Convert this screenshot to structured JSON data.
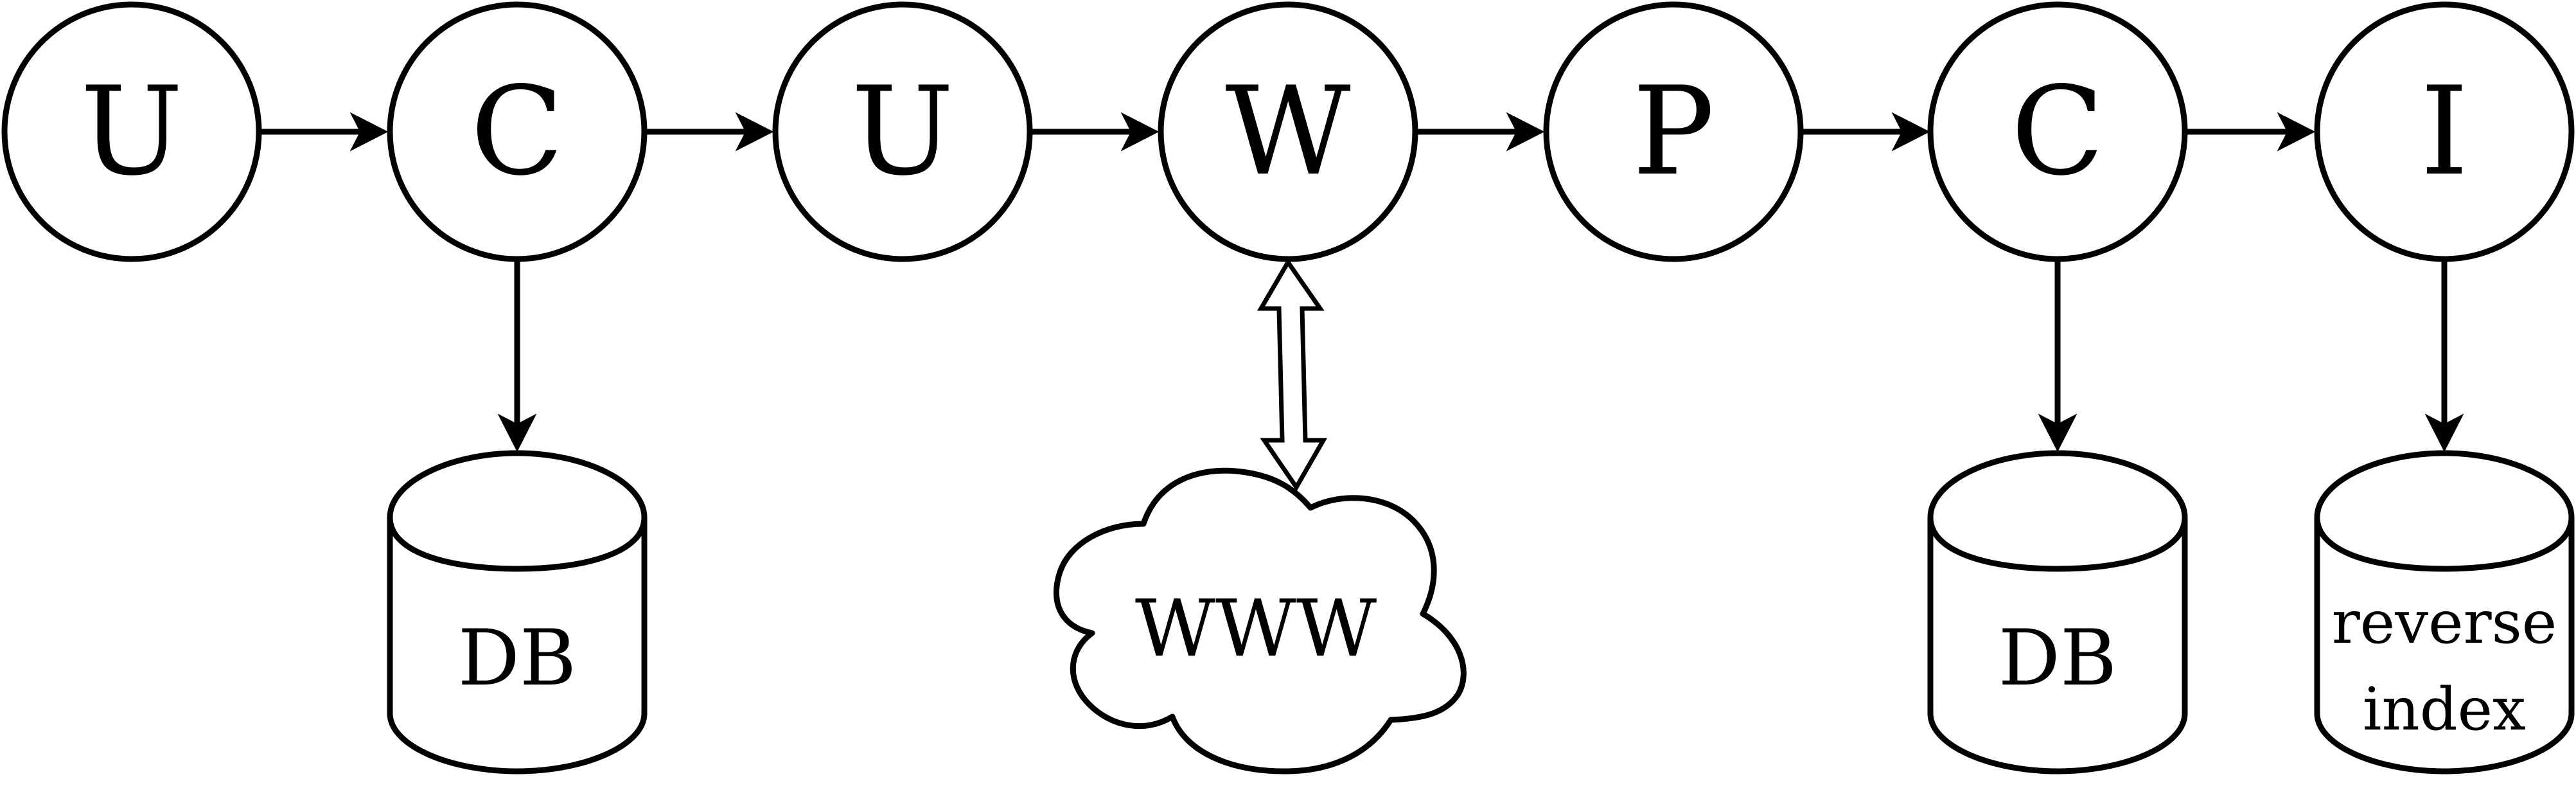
{
  "nodes": [
    "U",
    "C",
    "U",
    "W",
    "P",
    "C",
    "I"
  ],
  "storage": [
    {
      "lines": [
        "DB"
      ]
    },
    {
      "lines": [
        "DB"
      ]
    },
    {
      "lines": [
        "reverse",
        "index"
      ]
    }
  ],
  "cloud": {
    "label": "WWW"
  },
  "colors": {
    "stroke": "#000000",
    "fill": "#ffffff"
  }
}
